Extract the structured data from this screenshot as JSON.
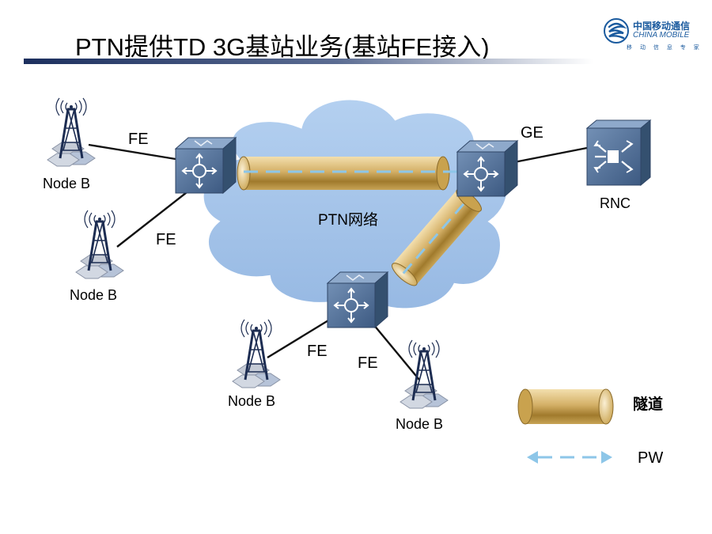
{
  "title": "PTN提供TD 3G基站业务(基站FE接入)",
  "logo": {
    "name_cn": "中国移动通信",
    "name_en": "CHINA MOBILE",
    "slogan": "移 动 信 息 专 家"
  },
  "cloud_label": "PTN网络",
  "nodes": [
    {
      "label": "Node B"
    },
    {
      "label": "Node B"
    },
    {
      "label": "Node B"
    },
    {
      "label": "Node B"
    }
  ],
  "rnc_label": "RNC",
  "links": {
    "fe_1": "FE",
    "fe_2": "FE",
    "fe_3": "FE",
    "fe_4": "FE",
    "ge": "GE"
  },
  "legend": {
    "tunnel_label": "隧道",
    "pw_label": "PW"
  },
  "colors": {
    "title_bar": "#1c2f5e",
    "cloud": "#a6c5ea",
    "tunnel": "#c9a24e",
    "pw": "#8dc6e8",
    "switch": "#4f6f96"
  }
}
